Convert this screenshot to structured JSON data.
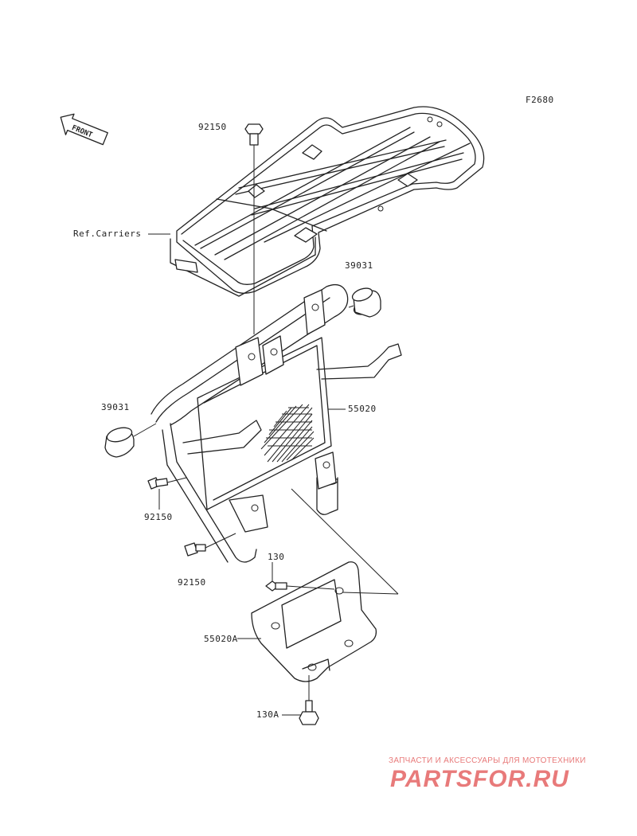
{
  "figure_code": "F2680",
  "front_arrow_text": "FRONT",
  "parts": {
    "bolt_top": "92150",
    "ref_carriers": "Ref.Carriers",
    "cap_right": "39031",
    "cap_left": "39031",
    "guard_frame": "55020",
    "bolt_mid": "92150",
    "bolt_low": "92150",
    "bolt_plate": "130",
    "skid_plate": "55020A",
    "bolt_plate_low": "130A"
  },
  "watermark": {
    "caption": "ЗАПЧАСТИ И АКСЕССУАРЫ ДЛЯ МОТОТЕХНИКИ",
    "brand": "PARTSFOR.RU",
    "color": "#e87a7a"
  }
}
